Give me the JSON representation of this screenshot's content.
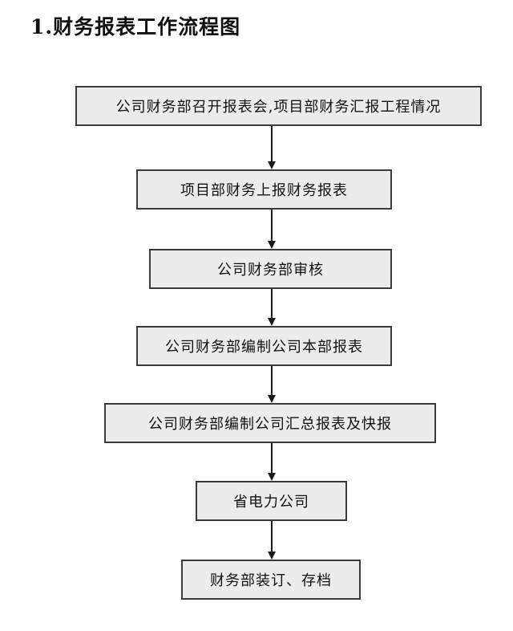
{
  "title": "1.财务报表工作流程图",
  "steps": [
    "公司财务部召开报表会,项目部财务汇报工程情况",
    "项目部财务上报财务报表",
    "公司财务部审核",
    "公司财务部编制公司本部报表",
    "公司财务部编制公司汇总报表及快报",
    "省电力公司",
    "财务部装订、存档"
  ],
  "colors": {
    "box_fill": "#ececec",
    "box_border": "#3a3a3a",
    "arrow": "#1a1a1a"
  }
}
